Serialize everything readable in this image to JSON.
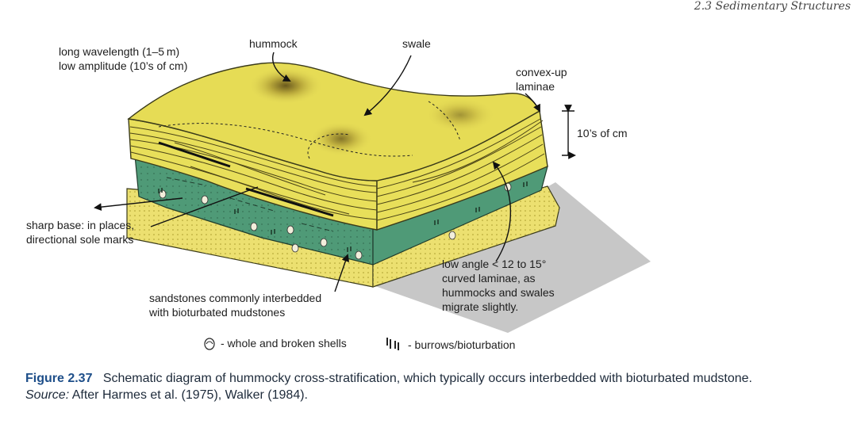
{
  "running_head": "2.3  Sedimentary Structures",
  "labels": {
    "wavelength_1": "long wavelength (1–5 m)",
    "wavelength_2": "low amplitude (10’s of cm)",
    "hummock": "hummock",
    "swale": "swale",
    "convex_1": "convex-up",
    "convex_2": "laminae",
    "thickness": "10’s of cm",
    "base_1": "sharp base: in places,",
    "base_2": "directional sole marks",
    "lowangle_1": "low angle < 12 to 15°",
    "lowangle_2": "curved laminae, as",
    "lowangle_3": "hummocks and swales",
    "lowangle_4": "migrate slightly.",
    "sand_1": "sandstones commonly interbedded",
    "sand_2": "with bioturbated mudstones"
  },
  "legend": {
    "shells_icon": "shell-icon",
    "shells_label": "- whole and broken shells",
    "burrows_icon": "burrow-icon",
    "burrows_label": "- burrows/bioturbation"
  },
  "caption": {
    "figure_number": "Figure 2.37",
    "text": "Schematic diagram of hummocky cross-stratification, which typically occurs interbedded with bioturbated mudstone.",
    "source_label": "Source:",
    "source_text": "After Harmes et al. (1975), Walker (1984)."
  },
  "colors": {
    "sand": "#e8df5a",
    "sand_dark": "#cfc43c",
    "mud": "#4f9a77",
    "mud_dark": "#2f6e52",
    "base_sand": "#ece070",
    "shadow": "#b8b8b8"
  }
}
